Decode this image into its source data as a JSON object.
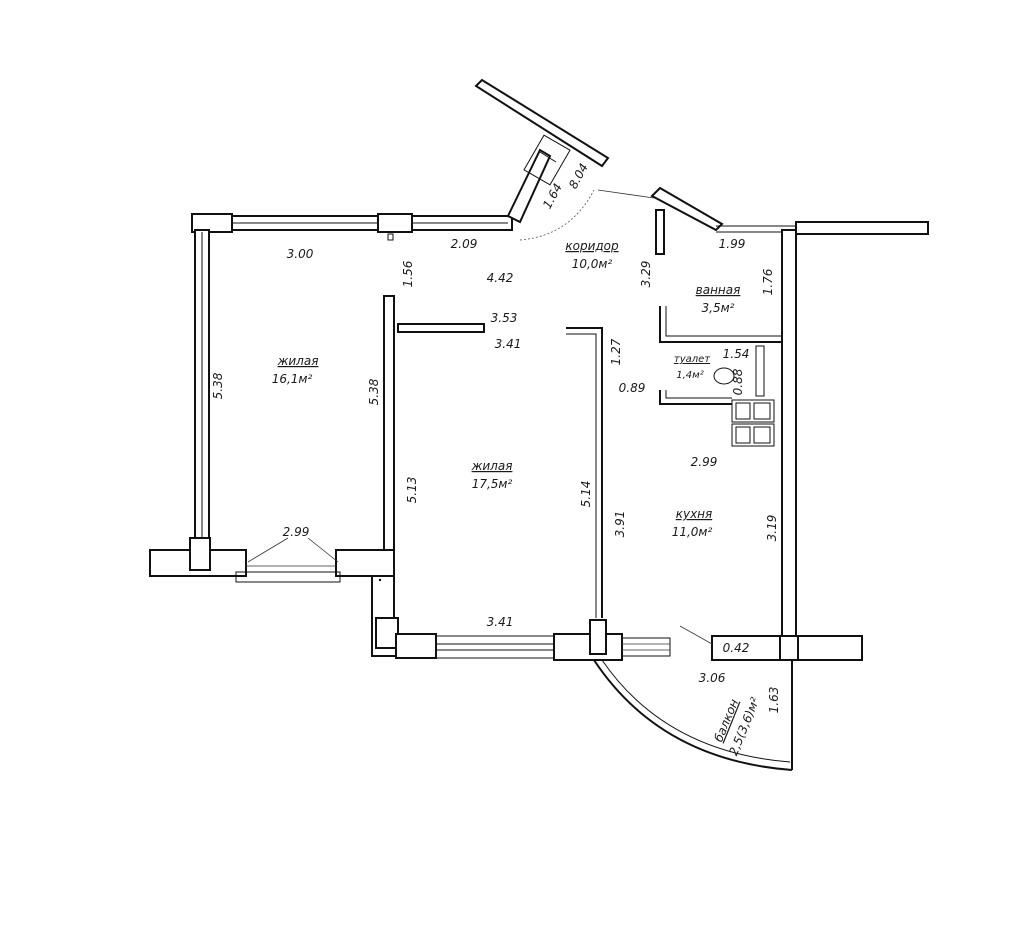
{
  "rooms": {
    "living1": {
      "label": "жилая",
      "area": "16,1м²"
    },
    "living2": {
      "label": "жилая",
      "area": "17,5м²"
    },
    "corridor": {
      "label": "коридор",
      "area": "10,0м²"
    },
    "bathroom": {
      "label": "ванная",
      "area": "3,5м²"
    },
    "toilet": {
      "label": "туалет",
      "area": "1,4м²"
    },
    "kitchen": {
      "label": "кухня",
      "area": "11,0м²"
    },
    "balcony": {
      "label": "балкон",
      "area": "2,5(3,6)м²"
    }
  },
  "dimensions": {
    "d_300": "3.00",
    "d_209": "2.09",
    "d_156": "1.56",
    "d_442": "4.42",
    "d_329": "3.29",
    "d_199": "1.99",
    "d_176": "1.76",
    "d_164": "1.64",
    "d_804": "8.04",
    "d_538a": "5.38",
    "d_538b": "5.38",
    "d_353": "3.53",
    "d_341a": "3.41",
    "d_127": "1.27",
    "d_154": "1.54",
    "d_088": "0.88",
    "d_089": "0.89",
    "d_299a": "2.99",
    "d_299b": "2.99",
    "d_513": "5.13",
    "d_514": "5.14",
    "d_391": "3.91",
    "d_319": "3.19",
    "d_341b": "3.41",
    "d_042": "0.42",
    "d_306": "3.06",
    "d_163": "1.63"
  }
}
